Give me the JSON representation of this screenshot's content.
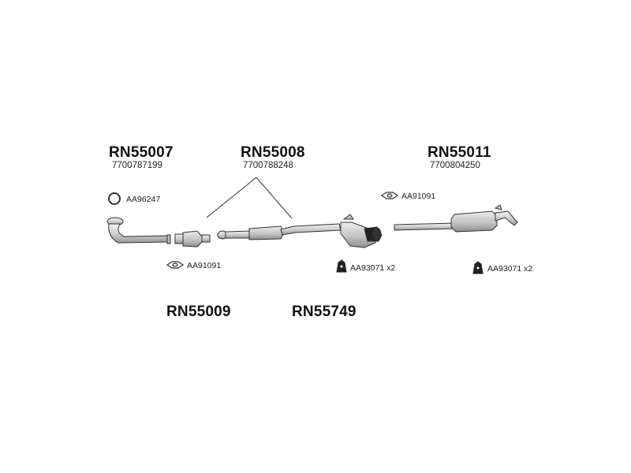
{
  "diagram": {
    "part_numbers": {
      "front_pipe": "RN55007",
      "center_section": "RN55008",
      "rear_silencer": "RN55011",
      "catalyst": "RN55009",
      "kit": "RN55749"
    },
    "oem_numbers": {
      "front_pipe": "7700787199",
      "center_section": "7700788248",
      "rear_silencer": "7700804250"
    },
    "accessories": {
      "ring_gasket": "AA96247",
      "flange_gasket_left": "AA91091",
      "flange_gasket_right": "AA91091",
      "mount_center": "AA93071 x2",
      "mount_rear": "AA93071 x2"
    },
    "icons": {
      "ring_gasket": "ring-gasket-icon",
      "flange_gasket": "flange-gasket-icon",
      "rubber_mount": "rubber-mount-icon"
    },
    "colors": {
      "line": "#333333",
      "part_fill": "#d9d9d9",
      "part_shade": "#a8a8a8",
      "dark_part": "#222222"
    }
  }
}
